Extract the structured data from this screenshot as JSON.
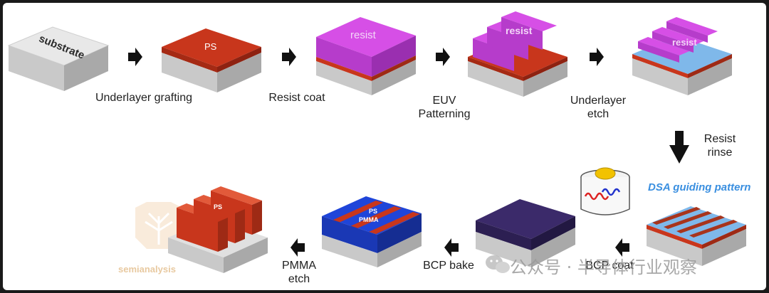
{
  "steps": {
    "underlayer_grafting": "Underlayer grafting",
    "resist_coat": "Resist coat",
    "euv_line1": "EUV",
    "euv_line2": "Patterning",
    "underlayer_etch_line1": "Underlayer",
    "underlayer_etch_line2": "etch",
    "resist_rinse_line1": "Resist",
    "resist_rinse_line2": "rinse",
    "dsa_guiding_pattern": "DSA guiding pattern",
    "bcp_coat": "BCP coat",
    "bcp_bake": "BCP bake",
    "pmma_etch_line1": "PMMA",
    "pmma_etch_line2": "etch"
  },
  "block_labels": {
    "substrate": "substrate",
    "ps": "PS",
    "resist": "resist",
    "resist_euv": "resist",
    "resist_etch": "resist",
    "ps_bake": "PS",
    "pmma_bake": "PMMA",
    "ps_final": "PS"
  },
  "watermarks": {
    "wechat": "公众号 · 半导体行业观察",
    "semianalysis": "semianalysis"
  },
  "colors": {
    "substrate_top": "#e6e6e6",
    "ps": "#c8361c",
    "resist": "#d64fe6",
    "guide_blue": "#7fb8ea",
    "pmma_blue": "#1f45d9",
    "bcp_purple": "#3b2a6a",
    "dsa_text": "#3a8fe0"
  }
}
